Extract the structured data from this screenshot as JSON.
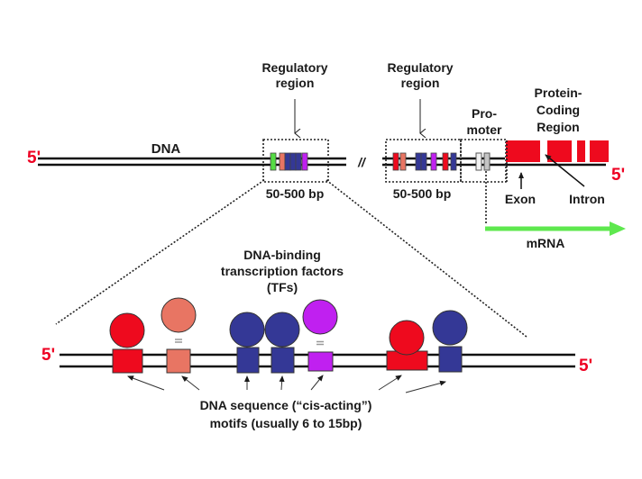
{
  "colors": {
    "red": "#ee0a1e",
    "salmon": "#e87563",
    "navy": "#343896",
    "purple": "#c020f0",
    "green": "#55dd44",
    "promoter_white": "#f2f2f2",
    "promoter_gray": "#c4c4c4",
    "mrna_green": "#5ee84e",
    "five_prime_red": "#ee0022"
  },
  "top": {
    "five_prime_left": "5'",
    "five_prime_right": "5'",
    "dna_label": "DNA",
    "break_mark": "//",
    "regulatory_region_1": {
      "title_line1": "Regulatory",
      "title_line2": "region",
      "size": "50-500 bp",
      "motifs": [
        "green",
        "salmon",
        "navy",
        "navy",
        "navy",
        "purple"
      ]
    },
    "regulatory_region_2": {
      "title_line1": "Regulatory",
      "title_line2": "region",
      "size": "50-500 bp",
      "motifs": [
        "red",
        "salmon",
        "navy",
        "navy",
        "purple",
        "red",
        "navy"
      ]
    },
    "promoter": {
      "line1": "Pro-",
      "line2": "moter"
    },
    "coding_region": {
      "line1": "Protein-",
      "line2": "Coding",
      "line3": "Region",
      "exon_label": "Exon",
      "intron_label": "Intron",
      "exon_count": 4
    },
    "mrna_label": "mRNA"
  },
  "bottom": {
    "five_prime_left": "5'",
    "five_prime_right": "5'",
    "tf_title_line1": "DNA-binding",
    "tf_title_line2": "transcription factors",
    "tf_title_line3": "(TFs)",
    "motif_caption_line1": "DNA sequence (“cis-acting”)",
    "motif_caption_line2": "motifs (usually 6 to 15bp)",
    "tf_units": [
      {
        "color": "red",
        "bound": true
      },
      {
        "color": "salmon",
        "bound": false
      },
      {
        "color": "navy",
        "bound": true
      },
      {
        "color": "navy",
        "bound": true
      },
      {
        "color": "purple",
        "bound": false
      },
      {
        "color": "red",
        "bound": true
      },
      {
        "color": "navy",
        "bound": true
      }
    ]
  }
}
